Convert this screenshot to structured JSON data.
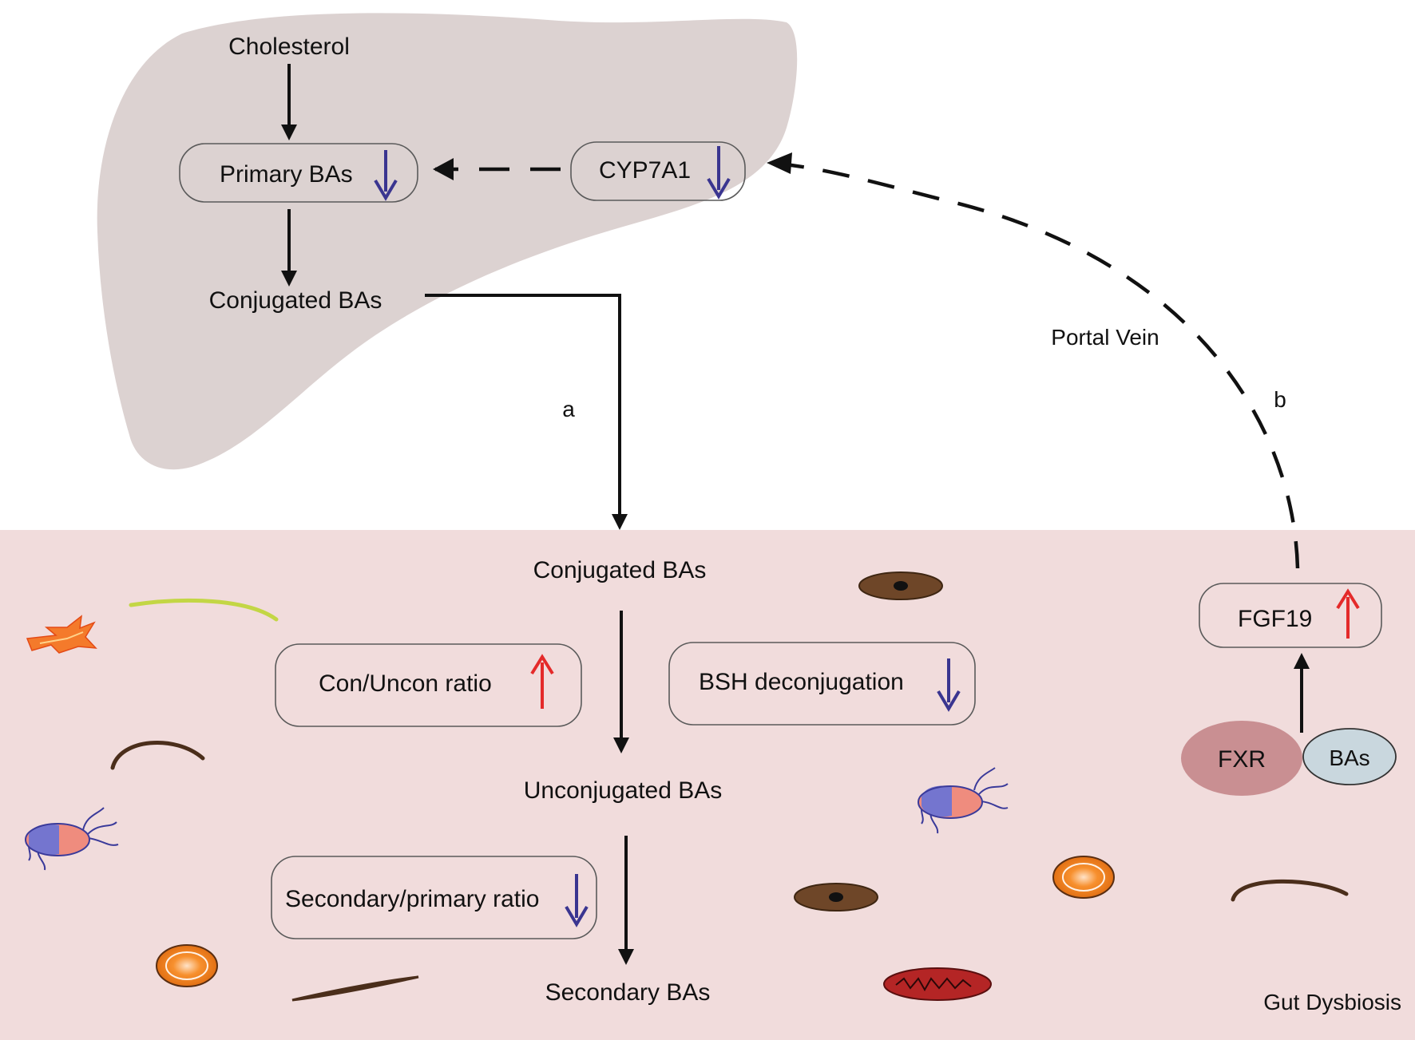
{
  "liver": {
    "cholesterol": "Cholesterol",
    "primary_bas": "Primary BAs",
    "cyp7a1": "CYP7A1",
    "conjugated_bas": "Conjugated BAs"
  },
  "pathway_labels": {
    "a": "a",
    "b": "b",
    "portal_vein": "Portal Vein"
  },
  "gut": {
    "conjugated_bas": "Conjugated BAs",
    "con_uncon_ratio": "Con/Uncon ratio",
    "bsh_deconjugation": "BSH deconjugation",
    "unconjugated_bas": "Unconjugated BAs",
    "secondary_primary_ratio": "Secondary/primary ratio",
    "secondary_bas": "Secondary BAs",
    "fgf19": "FGF19",
    "fxr": "FXR",
    "bas": "BAs",
    "gut_dysbiosis": "Gut Dysbiosis"
  },
  "colors": {
    "liver_fill": "#dcd2d1",
    "gut_fill": "#f1dcdc",
    "arrow_up": "#e42a2a",
    "arrow_down": "#3a3590",
    "fxr_fill": "#c98f92",
    "bas_fill": "#c9d7de"
  },
  "icons": [
    "leaf-bacterium-icon",
    "rod-bacterium-icon",
    "curved-bacterium-icon",
    "flagellated-bacterium-icon",
    "coccus-bacterium-icon",
    "spindle-bacterium-icon",
    "spiral-bacterium-icon"
  ]
}
